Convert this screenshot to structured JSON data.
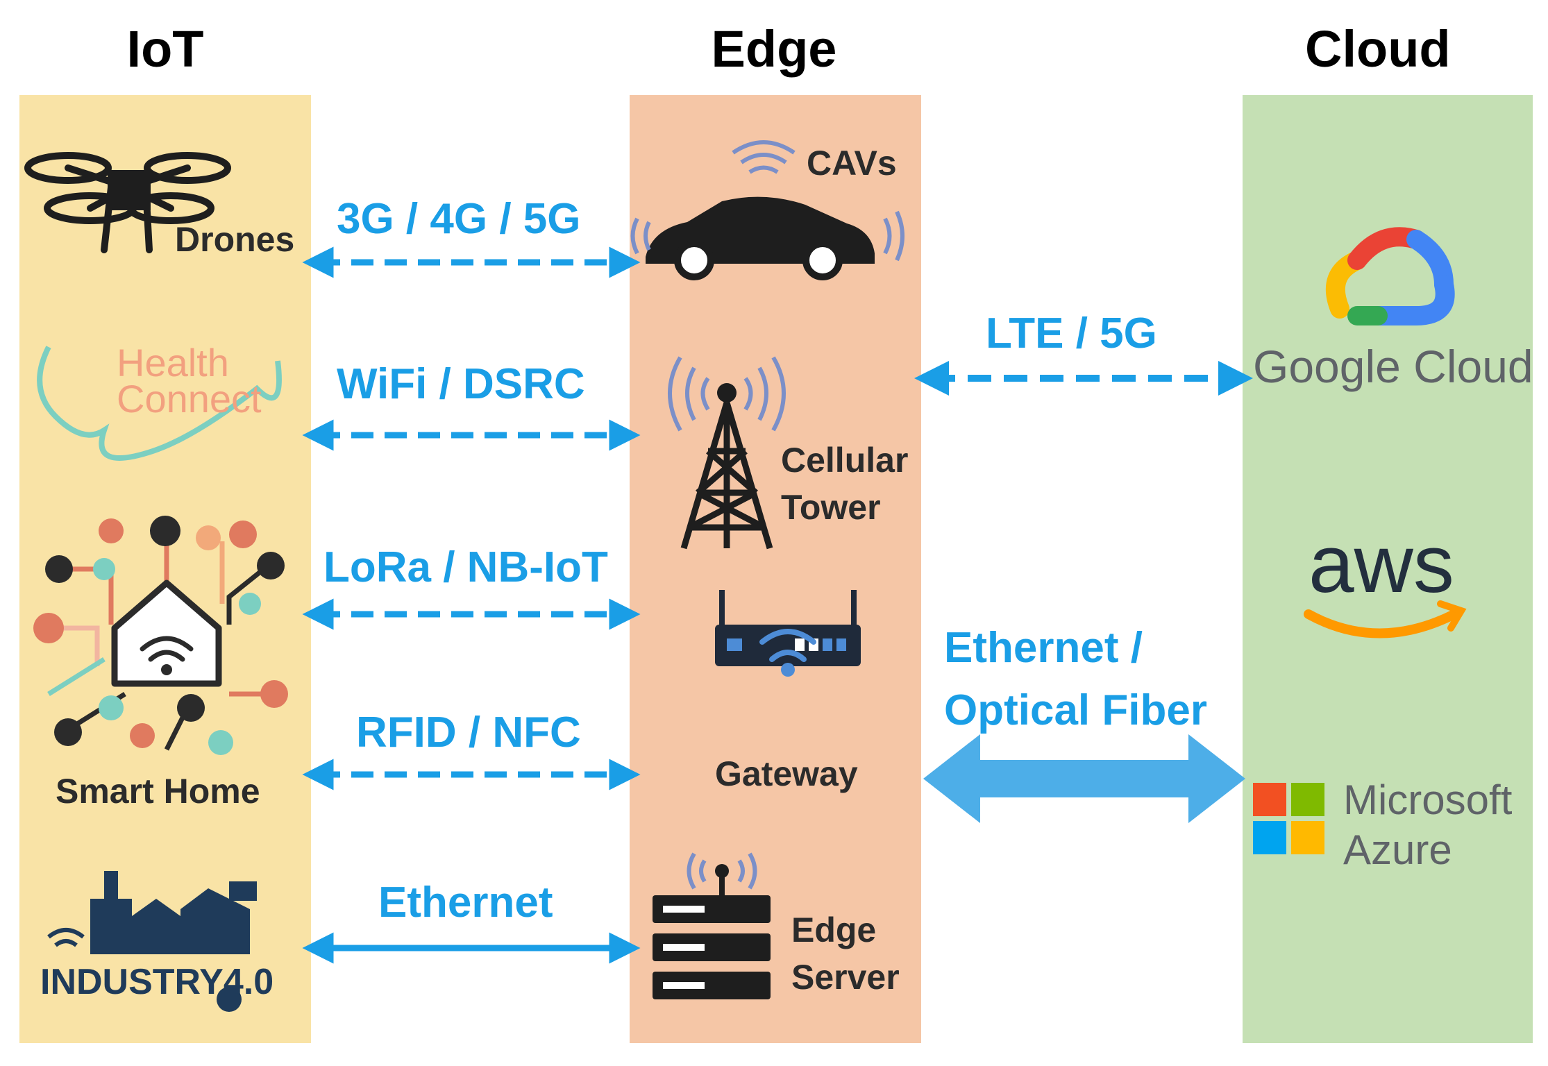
{
  "columns": {
    "iot": "IoT",
    "edge": "Edge",
    "cloud": "Cloud"
  },
  "iot_devices": {
    "drones": "Drones",
    "health_line1": "Health",
    "health_line2": "Connect",
    "smart_home": "Smart Home",
    "industry": "INDUSTRY4.0"
  },
  "edge_devices": {
    "cavs": "CAVs",
    "tower_line1": "Cellular",
    "tower_line2": "Tower",
    "gateway": "Gateway",
    "server_line1": "Edge",
    "server_line2": "Server"
  },
  "links_iot_edge": [
    "3G / 4G / 5G",
    "WiFi / DSRC",
    "LoRa / NB-IoT",
    "RFID / NFC",
    "Ethernet"
  ],
  "links_edge_cloud": {
    "top": "LTE / 5G",
    "bottom_line1": "Ethernet /",
    "bottom_line2": "Optical Fiber"
  },
  "cloud_providers": {
    "google": "Google Cloud",
    "aws": "aws",
    "ms_line1": "Microsoft",
    "ms_line2": "Azure"
  },
  "colors": {
    "iot_bg": "#f9e3a6",
    "edge_bg": "#f5c6a6",
    "cloud_bg": "#c5e0b4",
    "link": "#1a9ee6"
  }
}
